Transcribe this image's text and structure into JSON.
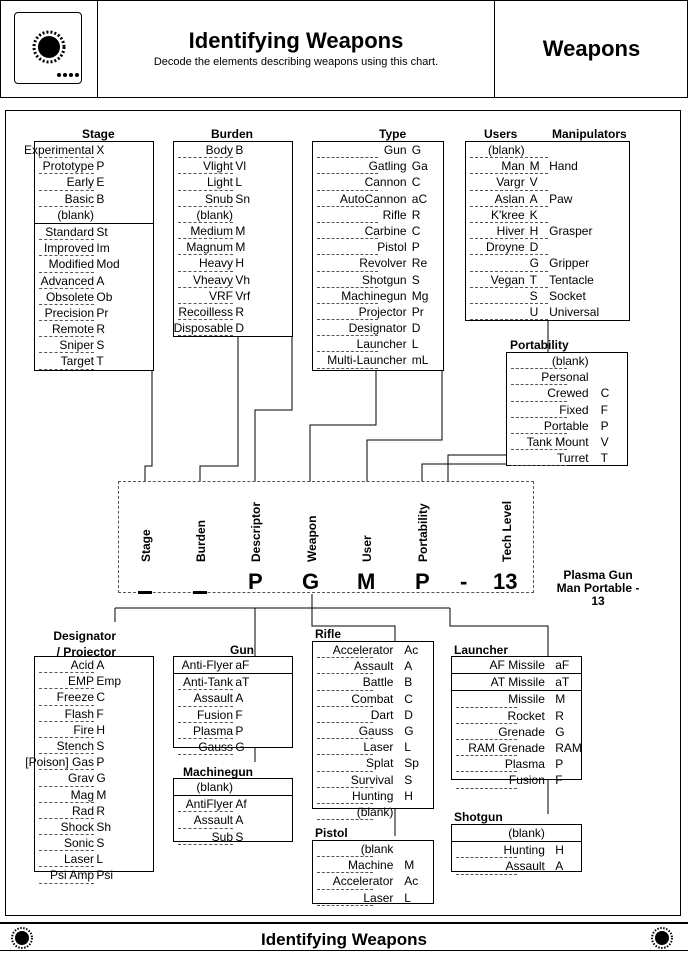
{
  "header": {
    "title": "Identifying Weapons",
    "subtitle": "Decode the elements describing weapons using this chart.",
    "section": "Weapons"
  },
  "footer": {
    "title": "Identifying Weapons"
  },
  "stage": {
    "title": "Stage",
    "rows": [
      [
        "Experimental",
        "X"
      ],
      [
        "Prototype",
        "P"
      ],
      [
        "Early",
        "E"
      ],
      [
        "Basic",
        "B"
      ],
      [
        "(blank)",
        ""
      ],
      [
        "Standard",
        "St"
      ],
      [
        "Improved",
        "Im"
      ],
      [
        "Modified",
        "Mod"
      ],
      [
        "Advanced",
        "A"
      ],
      [
        "Obsolete",
        "Ob"
      ],
      [
        "Precision",
        "Pr"
      ],
      [
        "Remote",
        "R"
      ],
      [
        "Sniper",
        "S"
      ],
      [
        "Target",
        "T"
      ]
    ]
  },
  "burden": {
    "title": "Burden",
    "rows": [
      [
        "Body",
        "B"
      ],
      [
        "Vlight",
        "Vl"
      ],
      [
        "Light",
        "L"
      ],
      [
        "Snub",
        "Sn"
      ],
      [
        "(blank)",
        ""
      ],
      [
        "Medium",
        "M"
      ],
      [
        "Magnum",
        "M"
      ],
      [
        "Heavy",
        "H"
      ],
      [
        "Vheavy",
        "Vh"
      ],
      [
        "VRF",
        "Vrf"
      ],
      [
        "Recoilless",
        "R"
      ],
      [
        "Disposable",
        "D"
      ]
    ]
  },
  "type": {
    "title": "Type",
    "rows": [
      [
        "Gun",
        "G"
      ],
      [
        "Gatling",
        "Ga"
      ],
      [
        "Cannon",
        "C"
      ],
      [
        "AutoCannon",
        "aC"
      ],
      [
        "Rifle",
        "R"
      ],
      [
        "Carbine",
        "C"
      ],
      [
        "Pistol",
        "P"
      ],
      [
        "Revolver",
        "Re"
      ],
      [
        "Shotgun",
        "S"
      ],
      [
        "Machinegun",
        "Mg"
      ],
      [
        "Projector",
        "Pr"
      ],
      [
        "Designator",
        "D"
      ],
      [
        "Launcher",
        "L"
      ],
      [
        "Multi-Launcher",
        "mL"
      ]
    ]
  },
  "users": {
    "title": "Users",
    "title2": "Manipulators",
    "rows": [
      [
        "(blank)",
        "",
        ""
      ],
      [
        "Man",
        "M",
        "Hand"
      ],
      [
        "Vargr",
        "V",
        ""
      ],
      [
        "Aslan",
        "A",
        "Paw"
      ],
      [
        "K'kree",
        "K",
        ""
      ],
      [
        "Hiver",
        "H",
        "Grasper"
      ],
      [
        "Droyne",
        "D",
        ""
      ],
      [
        "",
        "G",
        "Gripper"
      ],
      [
        "Vegan",
        "T",
        "Tentacle"
      ],
      [
        "",
        "S",
        "Socket"
      ],
      [
        "",
        "U",
        "Universal"
      ]
    ]
  },
  "portability": {
    "title": "Portability",
    "rows": [
      [
        "(blank)",
        ""
      ],
      [
        "Personal",
        ""
      ],
      [
        "Crewed",
        "C"
      ],
      [
        "Fixed",
        "F"
      ],
      [
        "Portable",
        "P"
      ],
      [
        "Tank Mount",
        "V"
      ],
      [
        "Turret",
        "T"
      ]
    ]
  },
  "code": {
    "labels": [
      "Stage",
      "Burden",
      "Descriptor",
      "Weapon",
      "User",
      "Portability",
      "Tech Level"
    ],
    "values": [
      "",
      "",
      "P",
      "G",
      "M",
      "P",
      "-",
      "13"
    ],
    "example": "Plasma Gun Man Portable - 13"
  },
  "designator": {
    "title": "Designator / Projector",
    "rows": [
      [
        "Acid",
        "A"
      ],
      [
        "EMP",
        "Emp"
      ],
      [
        "Freeze",
        "C"
      ],
      [
        "Flash",
        "F"
      ],
      [
        "Fire",
        "H"
      ],
      [
        "Stench",
        "S"
      ],
      [
        "[Poison] Gas",
        "P"
      ],
      [
        "Grav",
        "G"
      ],
      [
        "Mag",
        "M"
      ],
      [
        "Rad",
        "R"
      ],
      [
        "Shock",
        "Sh"
      ],
      [
        "Sonic",
        "S"
      ],
      [
        "Laser",
        "L"
      ],
      [
        "Psi Amp",
        "Psi"
      ]
    ]
  },
  "gun": {
    "title": "Gun",
    "rows": [
      [
        "Anti-Flyer",
        "aF"
      ],
      [
        "Anti-Tank",
        "aT"
      ],
      [
        "Assault",
        "A"
      ],
      [
        "Fusion",
        "F"
      ],
      [
        "Plasma",
        "P"
      ],
      [
        "Gauss",
        "G"
      ]
    ]
  },
  "machinegun": {
    "title": "Machinegun",
    "rows": [
      [
        "(blank)",
        ""
      ],
      [
        "AntiFlyer",
        "Af"
      ],
      [
        "Assault",
        "A"
      ],
      [
        "Sub",
        "S"
      ]
    ]
  },
  "rifle": {
    "title": "Rifle",
    "rows": [
      [
        "Accelerator",
        "Ac"
      ],
      [
        "Assault",
        "A"
      ],
      [
        "Battle",
        "B"
      ],
      [
        "Combat",
        "C"
      ],
      [
        "Dart",
        "D"
      ],
      [
        "Gauss",
        "G"
      ],
      [
        "Laser",
        "L"
      ],
      [
        "Splat",
        "Sp"
      ],
      [
        "Survival",
        "S"
      ],
      [
        "Hunting",
        "H"
      ],
      [
        "(blank)",
        ""
      ]
    ]
  },
  "pistol": {
    "title": "Pistol",
    "rows": [
      [
        "(blank",
        ""
      ],
      [
        "Machine",
        "M"
      ],
      [
        "Accelerator",
        "Ac"
      ],
      [
        "Laser",
        "L"
      ]
    ]
  },
  "launcher": {
    "title": "Launcher",
    "rows": [
      [
        "AF Missile",
        "aF"
      ],
      [
        "AT Missile",
        "aT"
      ],
      [
        "Missile",
        "M"
      ],
      [
        "Rocket",
        "R"
      ],
      [
        "Grenade",
        "G"
      ],
      [
        "RAM Grenade",
        "RAM"
      ],
      [
        "Plasma",
        "P"
      ],
      [
        "Fusion",
        "F"
      ]
    ]
  },
  "shotgun": {
    "title": "Shotgun",
    "rows": [
      [
        "(blank)",
        ""
      ],
      [
        "Hunting",
        "H"
      ],
      [
        "Assault",
        "A"
      ]
    ]
  }
}
